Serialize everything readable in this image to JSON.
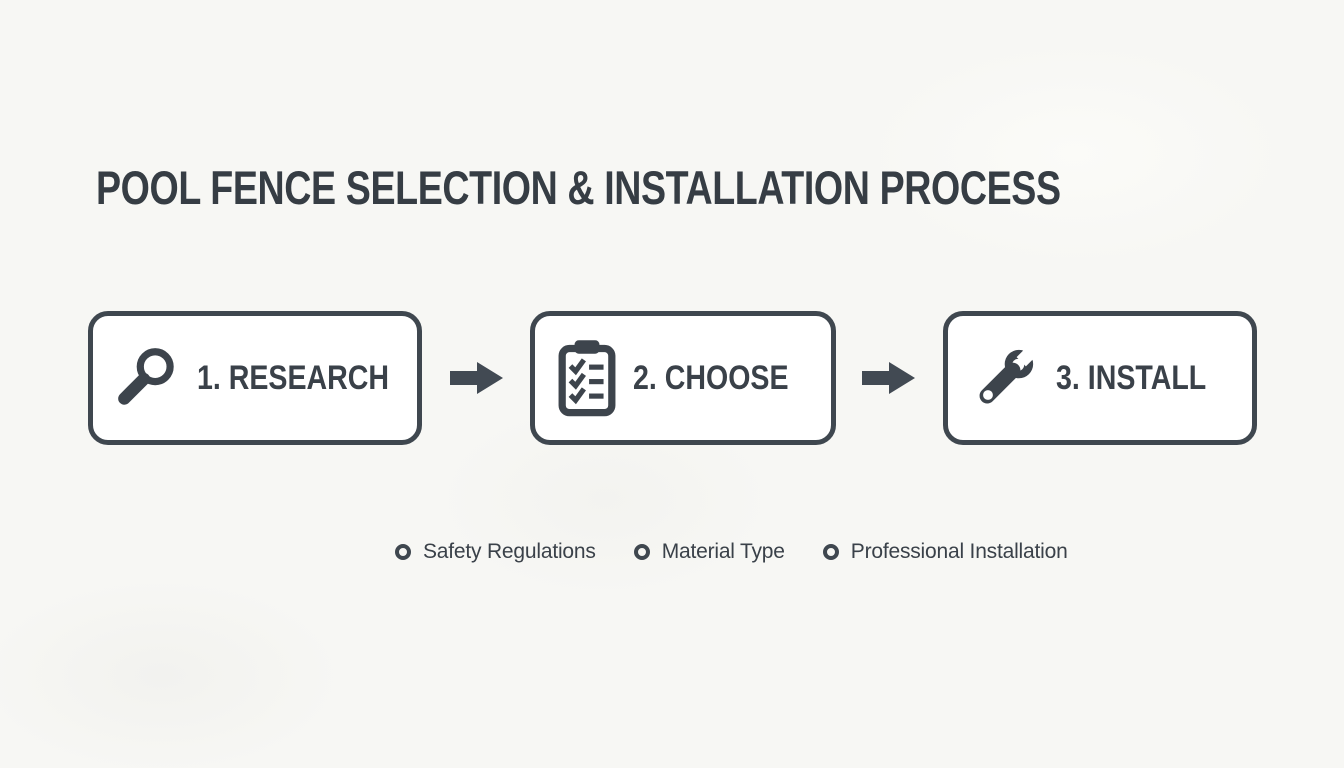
{
  "page": {
    "background_color": "#f7f7f4",
    "ink_color": "#3f474f",
    "box_background_color": "#ffffff"
  },
  "title": "POOL FENCE SELECTION & INSTALLATION PROCESS",
  "steps": [
    {
      "label": "1. RESEARCH",
      "icon": "magnifier-icon"
    },
    {
      "label": "2. CHOOSE",
      "icon": "checklist-clipboard-icon"
    },
    {
      "label": "3. INSTALL",
      "icon": "wrench-icon"
    }
  ],
  "arrows": [
    {
      "icon": "arrow-right-icon"
    },
    {
      "icon": "arrow-right-icon"
    }
  ],
  "legend": [
    {
      "label": "Safety Regulations"
    },
    {
      "label": "Material Type"
    },
    {
      "label": "Professional Installation"
    }
  ]
}
